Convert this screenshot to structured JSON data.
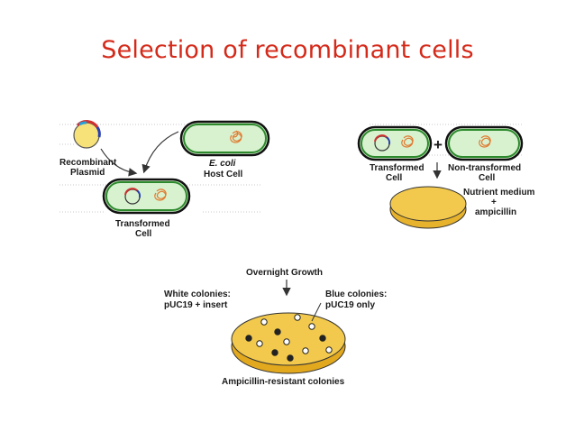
{
  "slide": {
    "title": "Selection of recombinant cells"
  },
  "left_panel": {
    "plasmid_label": [
      "Recombinant",
      "Plasmid"
    ],
    "host_label_italic": "E. coli",
    "host_label": "Host Cell",
    "transformed_label": [
      "Transformed",
      "Cell"
    ]
  },
  "right_panel": {
    "plus": "+",
    "transformed_label": [
      "Transformed",
      "Cell"
    ],
    "nontransformed_label": [
      "Non-transformed",
      "Cell"
    ],
    "medium_label": [
      "Nutrient medium",
      "+",
      "ampicillin"
    ]
  },
  "bottom_panel": {
    "growth_label": "Overnight Growth",
    "white_label": [
      "White colonies:",
      "pUC19 + insert"
    ],
    "blue_label": [
      "Blue colonies:",
      "pUC19 only"
    ],
    "plate_label": "Ampicillin-resistant colonies"
  },
  "colors": {
    "title": "#d42a1a",
    "cell_fill": "#d8f2d0",
    "cell_border": "#2c8a2c",
    "plate": "#f2c94c",
    "plasmid": "#f7e27a"
  }
}
